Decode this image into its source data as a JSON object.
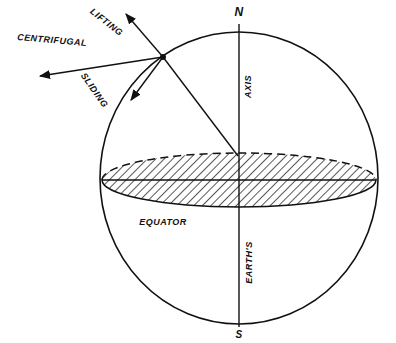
{
  "diagram": {
    "labels": [
      "LIFTING",
      "CENTRIFUGAL",
      "SLIDING",
      "N",
      "AXIS",
      "EQUATOR",
      "EARTH'S",
      "S"
    ]
  }
}
